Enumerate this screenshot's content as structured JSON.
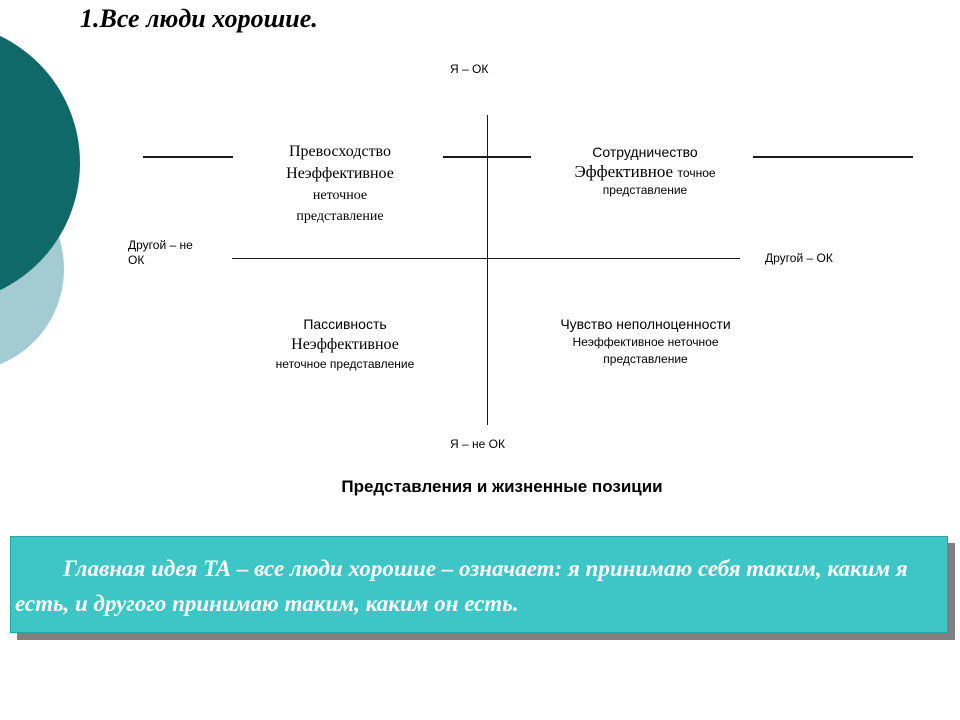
{
  "title": "1.Все люди хорошие.",
  "axis": {
    "top": "Я – ОК",
    "bottom": "Я – не ОК",
    "left": "Другой – не ОК",
    "right": "Другой – ОК"
  },
  "quadrants": {
    "top_left": {
      "heading": "Превосходство",
      "line2": "Неэффективное",
      "line3": "неточное",
      "line4": "представление"
    },
    "top_right": {
      "heading": "Сотрудничество",
      "emph": "Эффективное",
      "inline_small": "точное",
      "line3": "представление"
    },
    "bottom_left": {
      "heading": "Пассивность",
      "emph": "Неэффективное",
      "small": "неточное представление"
    },
    "bottom_right": {
      "heading": "Чувство неполноценности",
      "small1": "Неэффективное неточное",
      "small2": "представление"
    }
  },
  "caption": "Представления и жизненные позиции",
  "footer": {
    "text": "Главная идея ТА – все люди хорошие – означает: я принимаю себя таким, каким я есть, и другого принимаю таким, каким он есть."
  },
  "colors": {
    "circle_dark": "#0e6968",
    "circle_light": "#a2ccd1",
    "callout_fill": "#3ec6c6",
    "callout_shadow": "#808080",
    "callout_text": "#ffffff"
  }
}
